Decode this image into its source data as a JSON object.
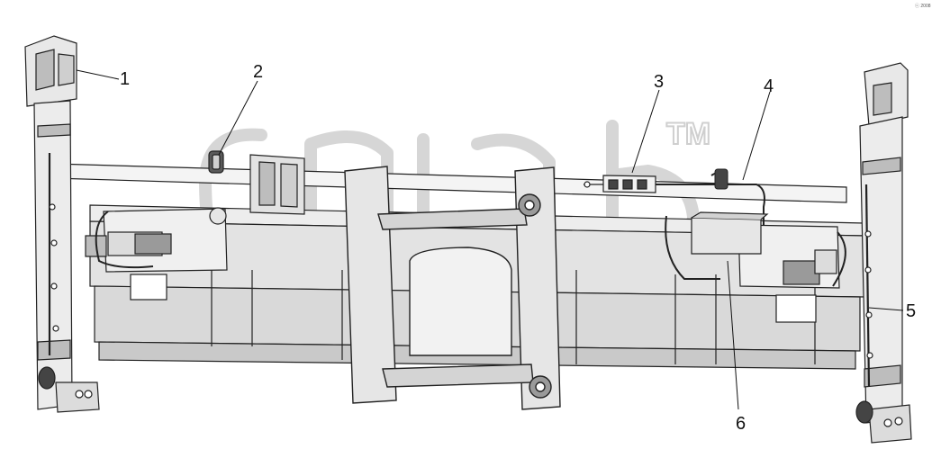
{
  "diagram": {
    "callouts": [
      {
        "id": "1",
        "label": "1"
      },
      {
        "id": "2",
        "label": "2"
      },
      {
        "id": "3",
        "label": "3"
      },
      {
        "id": "4",
        "label": "4"
      },
      {
        "id": "5",
        "label": "5"
      },
      {
        "id": "6",
        "label": "6"
      }
    ],
    "corner_tag": "ⓒ 2008",
    "watermark": {
      "mark": "TM",
      "logo_text": "elcats"
    },
    "colors": {
      "line": "#222222",
      "fill_dark": "#9a9a9a",
      "fill_mid": "#cfcfcf",
      "fill_light": "#e9e9e9",
      "watermark": "#cfcfcf"
    }
  }
}
